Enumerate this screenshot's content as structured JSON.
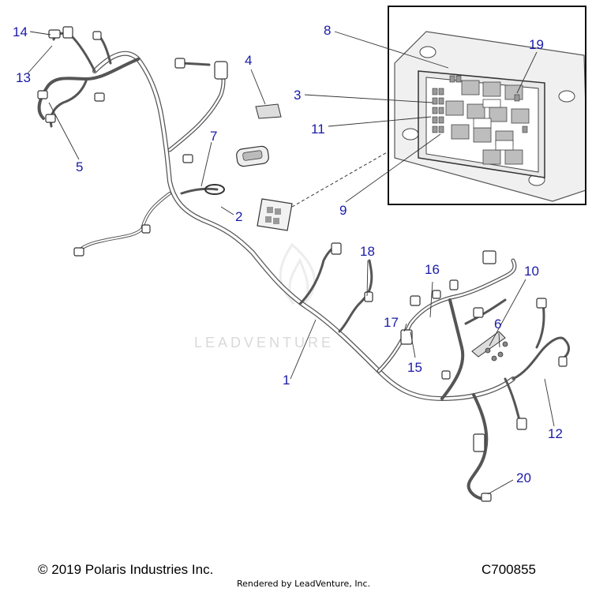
{
  "callouts": [
    {
      "id": "14",
      "label": "14"
    },
    {
      "id": "13",
      "label": "13"
    },
    {
      "id": "5",
      "label": "5"
    },
    {
      "id": "4",
      "label": "4"
    },
    {
      "id": "7",
      "label": "7"
    },
    {
      "id": "2",
      "label": "2"
    },
    {
      "id": "8",
      "label": "8"
    },
    {
      "id": "19",
      "label": "19"
    },
    {
      "id": "3",
      "label": "3"
    },
    {
      "id": "11",
      "label": "11"
    },
    {
      "id": "9",
      "label": "9"
    },
    {
      "id": "18",
      "label": "18"
    },
    {
      "id": "16",
      "label": "16"
    },
    {
      "id": "10",
      "label": "10"
    },
    {
      "id": "6",
      "label": "6"
    },
    {
      "id": "17",
      "label": "17"
    },
    {
      "id": "15",
      "label": "15"
    },
    {
      "id": "1",
      "label": "1"
    },
    {
      "id": "12",
      "label": "12"
    },
    {
      "id": "20",
      "label": "20"
    }
  ],
  "watermark": "LEADVENTURE",
  "footer": {
    "copyright": "© 2019 Polaris Industries Inc.",
    "diagram_code": "C700855",
    "rendered_by": "Rendered by LeadVenture, Inc."
  },
  "colors": {
    "callout": "#1a1aa8",
    "line": "#333333",
    "harness": "#555555",
    "box_fill": "#e9e9e9",
    "relay_fill": "#bdbdbd"
  }
}
